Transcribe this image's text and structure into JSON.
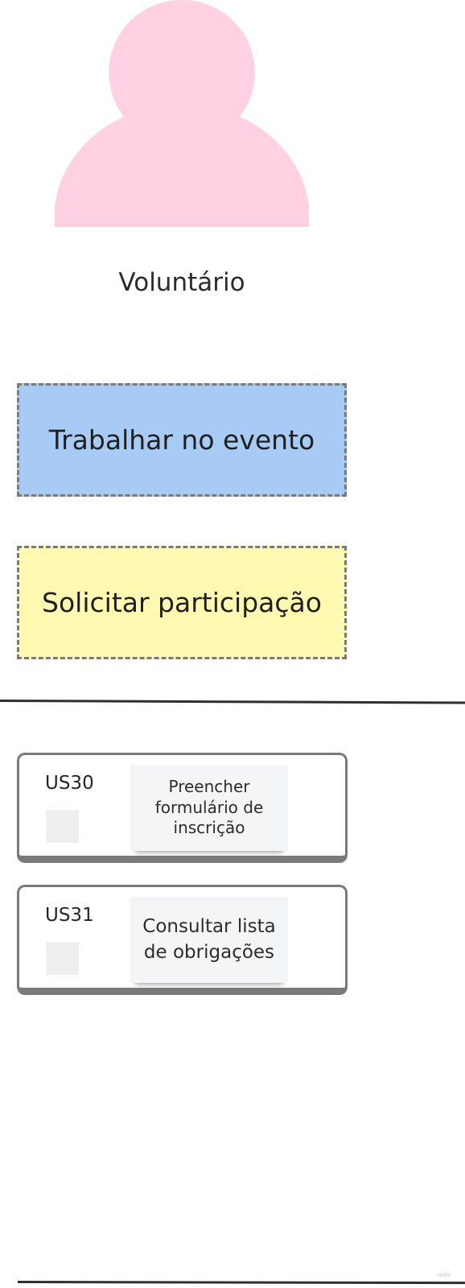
{
  "persona": {
    "name": "Voluntário",
    "icon": "user-silhouette-icon",
    "color": "#ffd1e3"
  },
  "activity": {
    "label": "Trabalhar no evento",
    "color": "#a7cbf4"
  },
  "task": {
    "label": "Solicitar participação",
    "color": "#fff9b1"
  },
  "stories": [
    {
      "id": "US30",
      "text": "Preencher\nformulário de\ninscrição"
    },
    {
      "id": "US31",
      "text": "Consultar lista\nde obrigações"
    }
  ],
  "watermark": "miro"
}
